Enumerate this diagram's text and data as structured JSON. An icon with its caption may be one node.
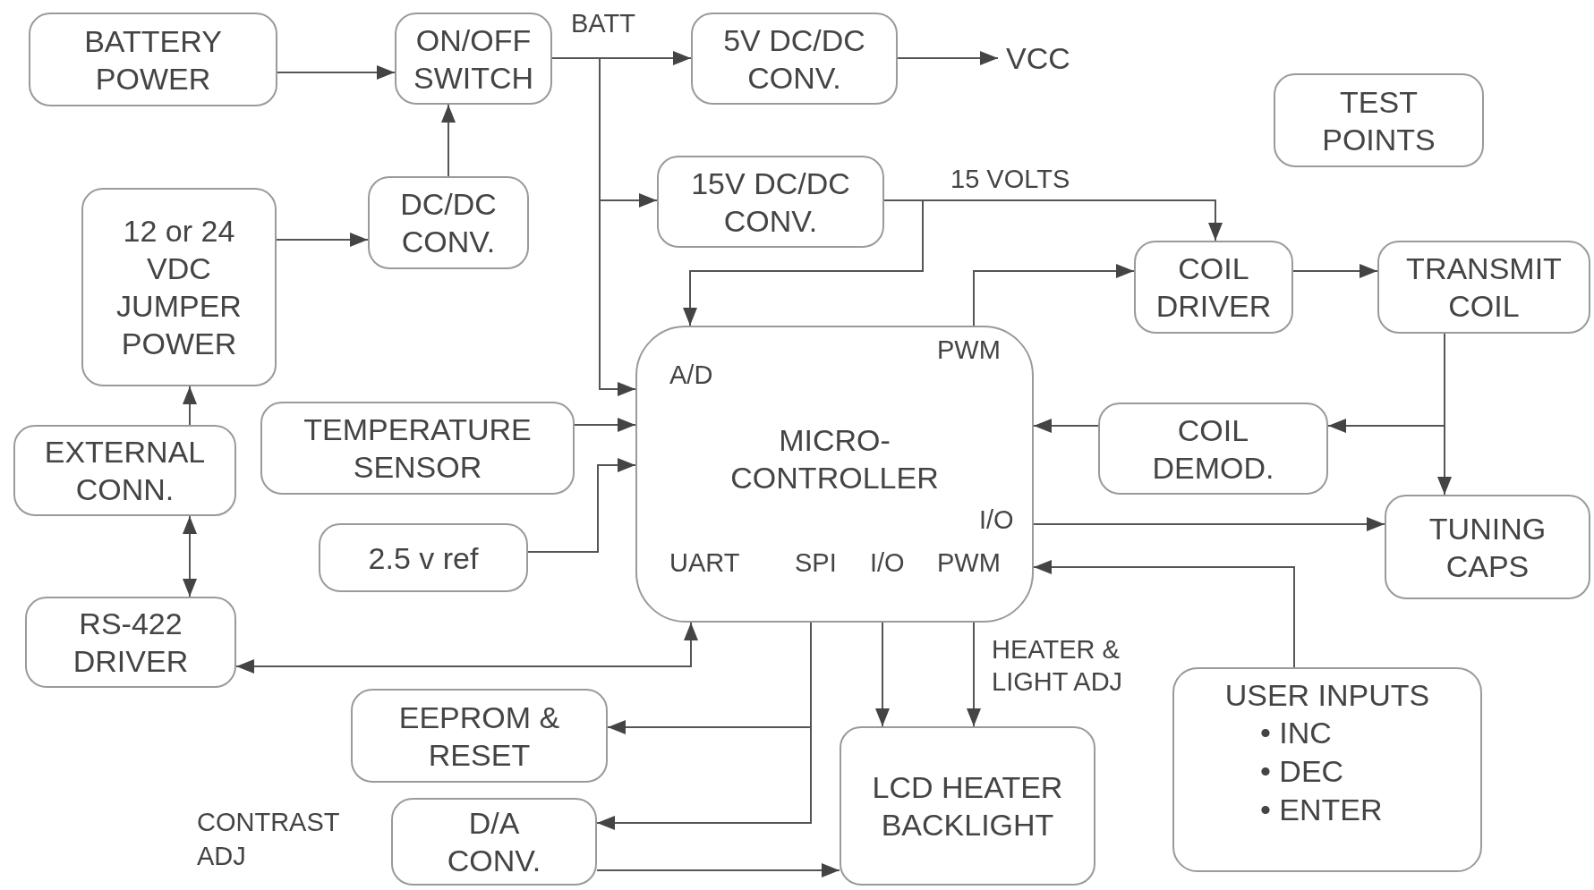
{
  "diagram": {
    "nodes": [
      {
        "text": [
          "BATTERY POWER"
        ]
      },
      {
        "text": [
          "ON/OFF SWITCH"
        ]
      },
      {
        "text": [
          "5V DC/DC CONV."
        ]
      },
      {
        "text": [
          "VCC"
        ]
      },
      {
        "text": [
          "TEST POINTS"
        ]
      },
      {
        "text": [
          "12 or 24 VDC JUMPER POWER"
        ]
      },
      {
        "text": [
          "DC/DC CONV."
        ]
      },
      {
        "text": [
          "15V DC/DC CONV."
        ]
      },
      {
        "text": [
          "COIL DRIVER"
        ]
      },
      {
        "text": [
          "TRANSMIT COIL"
        ]
      },
      {
        "text": [
          "MICRO-CONTROLLER",
          "A/D",
          "PWM",
          "I/O",
          "UART",
          "SPI",
          "I/O",
          "PWM"
        ]
      },
      {
        "text": [
          "TEMPERATURE SENSOR"
        ]
      },
      {
        "text": [
          "EXTERNAL CONN."
        ]
      },
      {
        "text": [
          "COIL DEMOD."
        ]
      },
      {
        "text": [
          "2.5 v ref"
        ]
      },
      {
        "text": [
          "TUNING CAPS"
        ]
      },
      {
        "text": [
          "RS-422 DRIVER"
        ]
      },
      {
        "text": [
          "EEPROM & RESET"
        ]
      },
      {
        "text": [
          "USER INPUTS",
          "• INC",
          "• DEC",
          "• ENTER"
        ]
      },
      {
        "text": [
          "D/A CONV."
        ],
        "beside": [
          "CONTRAST ADJ"
        ]
      },
      {
        "text": [
          "LCD HEATER BACKLIGHT"
        ]
      }
    ],
    "edges": [
      {
        "from": 0,
        "to": 1,
        "arrow": "to"
      },
      {
        "from": 6,
        "to": 1,
        "arrow": "to"
      },
      {
        "from": 5,
        "to": 6,
        "arrow": "to"
      },
      {
        "from": 12,
        "to": 5,
        "arrow": "to"
      },
      {
        "from": 12,
        "to": 16,
        "arrow": "both"
      },
      {
        "from": 1,
        "to": 2,
        "arrow": "to",
        "label": "BATT"
      },
      {
        "from": 1,
        "to": 7,
        "arrow": "to"
      },
      {
        "from": 1,
        "to": 10,
        "arrow": "to"
      },
      {
        "from": 2,
        "to": 3,
        "arrow": "to"
      },
      {
        "from": 7,
        "to": 8,
        "arrow": "to",
        "label": "15 VOLTS"
      },
      {
        "from": 7,
        "to": 10,
        "arrow": "to"
      },
      {
        "from": 10,
        "to": 8,
        "arrow": "to"
      },
      {
        "from": 8,
        "to": 9,
        "arrow": "to"
      },
      {
        "from": 9,
        "to": 13,
        "arrow": "to"
      },
      {
        "from": 9,
        "to": 15,
        "arrow": "to"
      },
      {
        "from": 13,
        "to": 10,
        "arrow": "to"
      },
      {
        "from": 10,
        "to": 15,
        "arrow": "to"
      },
      {
        "from": 18,
        "to": 10,
        "arrow": "to"
      },
      {
        "from": 11,
        "to": 10,
        "arrow": "to"
      },
      {
        "from": 14,
        "to": 10,
        "arrow": "to"
      },
      {
        "from": 10,
        "to": 16,
        "arrow": "both"
      },
      {
        "from": 10,
        "to": 17,
        "arrow": "to"
      },
      {
        "from": 10,
        "to": 19,
        "arrow": "to"
      },
      {
        "from": 10,
        "to": 20,
        "arrow": "to"
      },
      {
        "from": 10,
        "to": 20,
        "arrow": "to",
        "label": "HEATER & LIGHT ADJ"
      },
      {
        "from": 19,
        "to": 20,
        "arrow": "to"
      }
    ]
  }
}
